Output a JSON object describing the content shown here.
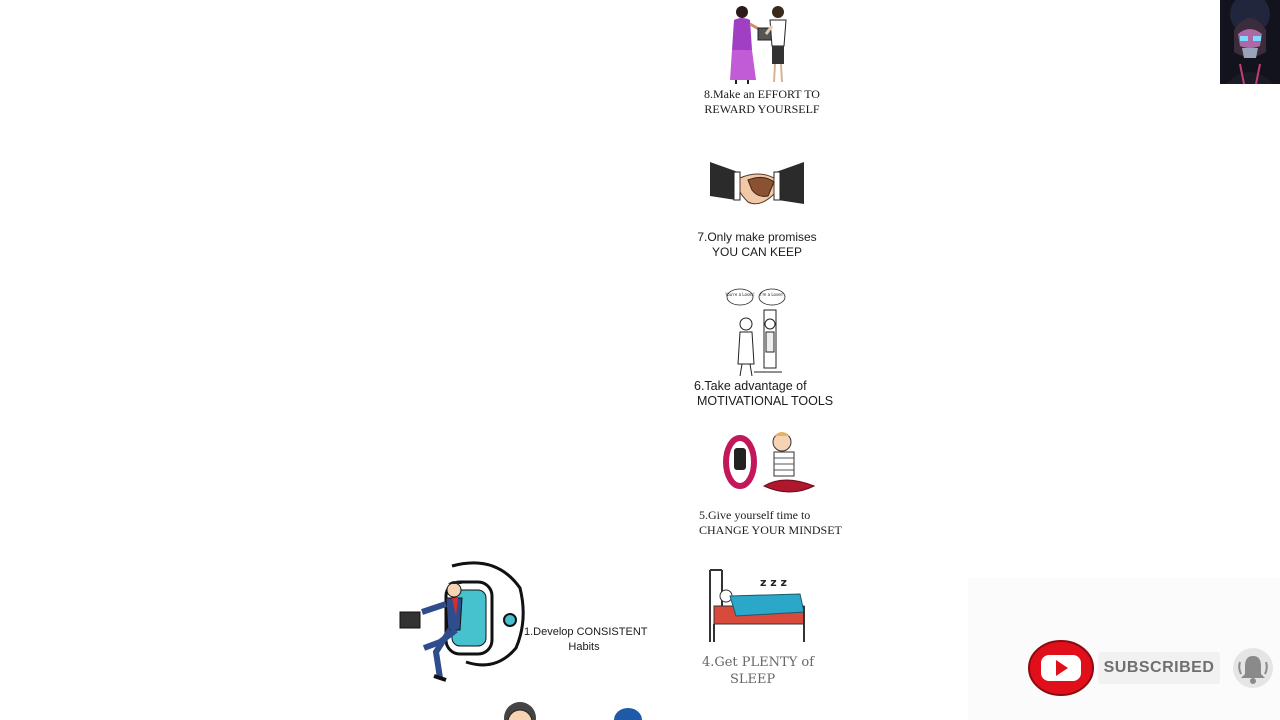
{
  "steps": {
    "step8": {
      "line1": "8.Make an EFFORT TO",
      "line2": "REWARD YOURSELF"
    },
    "step7": {
      "line1": "7.Only make promises",
      "line2": "YOU CAN KEEP"
    },
    "step6": {
      "line1": "6.Take advantage of",
      "line2": "MOTIVATIONAL TOOLS",
      "bubble_left": "You're a Loser!",
      "bubble_right": "I'm a Loser!"
    },
    "step5": {
      "line1": "5.Give yourself time to",
      "line2": "CHANGE YOUR MINDSET"
    },
    "step4": {
      "line1": "4.Get PLENTY of",
      "line2": "SLEEP",
      "zzz": "z z z"
    },
    "step1": {
      "line1": "1.Develop CONSISTENT",
      "line2": "Habits"
    }
  },
  "subscribe": {
    "label": "SUBSCRIBED",
    "button_color": "#e10f1a",
    "icons": [
      "youtube-play-icon",
      "bell-icon"
    ]
  },
  "corner_avatar": {
    "icon": "masked-character-avatar"
  }
}
